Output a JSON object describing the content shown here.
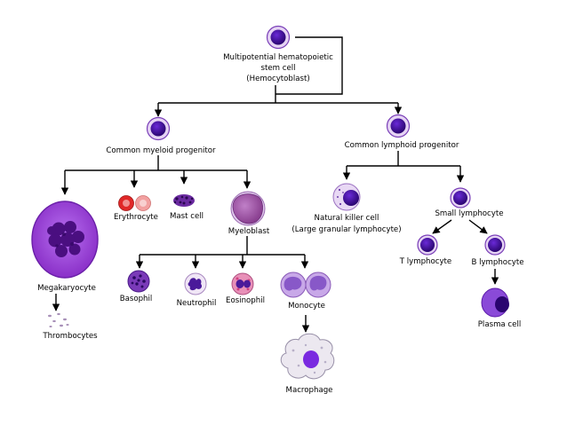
{
  "labels": {
    "stem_line1": "Multipotential hematopoietic",
    "stem_line2": "stem cell",
    "stem_line3": "(Hemocytoblast)",
    "common_myeloid": "Common myeloid progenitor",
    "common_lymphoid": "Common lymphoid progenitor",
    "megakaryocyte": "Megakaryocyte",
    "thrombocytes": "Thrombocytes",
    "erythrocyte": "Erythrocyte",
    "mast_cell": "Mast cell",
    "myeloblast": "Myeloblast",
    "basophil": "Basophil",
    "neutrophil": "Neutrophil",
    "eosinophil": "Eosinophil",
    "monocyte": "Monocyte",
    "macrophage": "Macrophage",
    "nk_line1": "Natural killer cell",
    "nk_line2": "(Large granular lymphocyte)",
    "small_lymphocyte": "Small lymphocyte",
    "t_lymphocyte": "T lymphocyte",
    "b_lymphocyte": "B lymphocyte",
    "plasma_cell": "Plasma cell"
  },
  "colors": {
    "cell_outer": "#e0c8f0",
    "cell_nucleus": "#3a0a8a",
    "megakaryocyte": "#9a40d8",
    "erythrocyte": "#e03030",
    "myeloblast": "#a05aa8",
    "line": "#000000"
  }
}
